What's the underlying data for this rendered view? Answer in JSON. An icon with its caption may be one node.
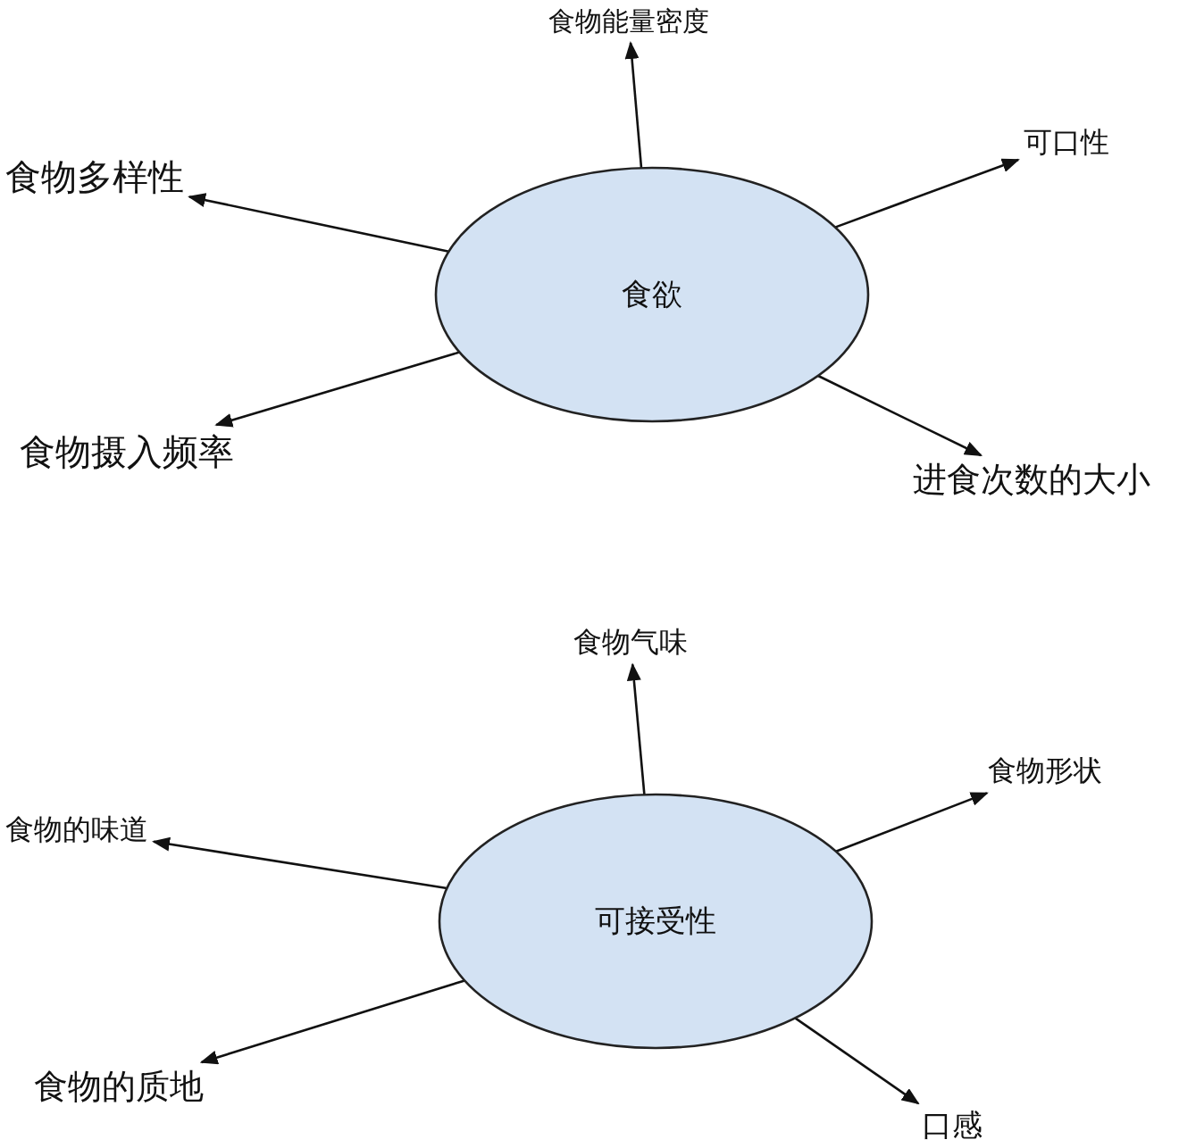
{
  "diagram": {
    "nodes": [
      {
        "text": [
          "食欲"
        ]
      },
      {
        "text": [
          "食物能量密度"
        ]
      },
      {
        "text": [
          "可口性"
        ]
      },
      {
        "text": [
          "食物多样性"
        ]
      },
      {
        "text": [
          "食物摄入频率"
        ]
      },
      {
        "text": [
          "进食次数的大小"
        ]
      },
      {
        "text": [
          "可接受性"
        ]
      },
      {
        "text": [
          "食物气味"
        ]
      },
      {
        "text": [
          "食物形状"
        ]
      },
      {
        "text": [
          "食物的味道"
        ]
      },
      {
        "text": [
          "食物的质地"
        ]
      },
      {
        "text": [
          "口感"
        ]
      }
    ],
    "edges": [
      {
        "from": 0,
        "to": 1,
        "arrow": "to"
      },
      {
        "from": 0,
        "to": 2,
        "arrow": "to"
      },
      {
        "from": 0,
        "to": 3,
        "arrow": "to"
      },
      {
        "from": 0,
        "to": 4,
        "arrow": "to"
      },
      {
        "from": 0,
        "to": 5,
        "arrow": "to"
      },
      {
        "from": 6,
        "to": 7,
        "arrow": "to"
      },
      {
        "from": 6,
        "to": 8,
        "arrow": "to"
      },
      {
        "from": 6,
        "to": 9,
        "arrow": "to"
      },
      {
        "from": 6,
        "to": 10,
        "arrow": "to"
      },
      {
        "from": 6,
        "to": 11,
        "arrow": "to"
      }
    ]
  }
}
